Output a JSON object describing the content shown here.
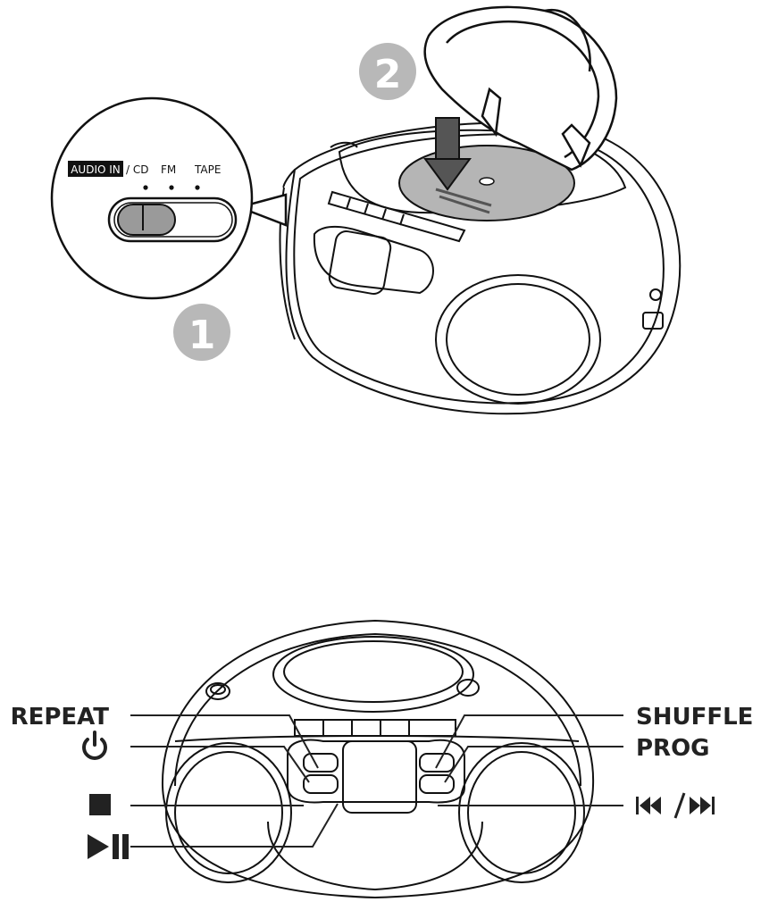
{
  "figure1": {
    "step1": "1",
    "step2": "2",
    "switch": {
      "audio_in": "AUDIO IN",
      "cd": "/ CD",
      "fm": "FM",
      "tape": "TAPE"
    }
  },
  "figure2": {
    "labels": {
      "repeat": "REPEAT",
      "shuffle": "SHUFFLE",
      "prog": "PROG"
    },
    "icons": {
      "power": "power-icon",
      "stop": "stop-icon",
      "play_pause": "play-pause-icon",
      "skip": "skip-prev-next-icon"
    }
  }
}
